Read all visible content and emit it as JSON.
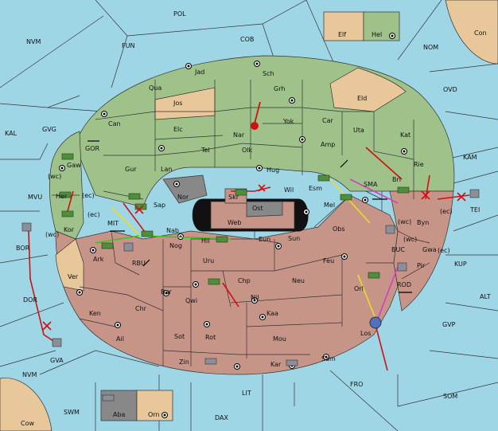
{
  "colors": {
    "sea": "#9fd6e6",
    "north_power": "#9fc28a",
    "south_power": "#c79488",
    "neutral_land": "#e8c79a",
    "impassable": "#888888",
    "fleet_green": "#4f8f3a",
    "army_grey": "#8a8f99",
    "order_red": "#d01010",
    "order_yellow": "#e8e020",
    "order_magenta": "#d040c0",
    "order_green": "#40c020"
  },
  "sea_labels": {
    "pol": "POL",
    "fun": "FUN",
    "cob": "COB",
    "nvm": "NVM",
    "nom": "NOM",
    "con": "Con",
    "ovd": "OVD",
    "kal": "KAL",
    "gvg": "GVG",
    "gor": "GOR",
    "kam": "KAM",
    "mvu": "MVU",
    "sma": "SMA",
    "mit": "MIT",
    "tei": "TEI",
    "bor": "BOR",
    "buc": "BUC",
    "kup": "KUP",
    "rbu": "RBU",
    "rod": "ROD",
    "alt": "ALT",
    "dor": "DOR",
    "gvp": "GVP",
    "gva": "GVA",
    "fro": "FRO",
    "som": "SOM",
    "lit": "LIT",
    "nvm2": "NVM",
    "swm": "SWM",
    "dax": "DAX",
    "cow": "Cow"
  },
  "land_labels": {
    "elf": "Elf",
    "hel": "Hel",
    "jad": "Jad",
    "sch": "Sch",
    "qua": "Qua",
    "jos": "Jos",
    "grh": "Grh",
    "eld": "Eld",
    "can": "Can",
    "yok": "Yok",
    "car": "Car",
    "elc": "Elc",
    "nar": "Nar",
    "uta": "Uta",
    "kat": "Kat",
    "tel": "Tel",
    "olk": "Olk",
    "amp": "Amp",
    "gaw": "Gaw",
    "gur": "Gur",
    "lan": "Lan",
    "hug": "Hug",
    "rie": "Rie",
    "bri": "Bri",
    "wil": "Wil",
    "esm": "Esm",
    "her": "Her",
    "nor": "Nor",
    "skr": "Skr",
    "sap": "Sap",
    "ost": "Ost",
    "mel": "Mel",
    "byn": "Byn",
    "kor": "Kor",
    "web": "Web",
    "obs": "Obs",
    "eun": "Eun",
    "sun": "Sun",
    "nab": "Nab",
    "ark": "Ark",
    "nog": "Nog",
    "hil": "Hil",
    "gwa": "Gwa",
    "uru": "Uru",
    "feu": "Feu",
    "pir": "Pir",
    "ver": "Ver",
    "chp": "Chp",
    "neu": "Neu",
    "orl": "Orl",
    "bar": "Bar",
    "qwi": "Qwi",
    "nil": "Nil",
    "ken": "Ken",
    "chr": "Chr",
    "kaa": "Kaa",
    "ail": "Ail",
    "sot": "Sot",
    "rot": "Rot",
    "mou": "Mou",
    "los": "Los",
    "zin": "Zin",
    "kar": "Kar",
    "sam": "Sam",
    "aba": "Aba",
    "orn": "Orn"
  },
  "coast_tags": {
    "wc1": "(wc)",
    "ec1": "(ec)",
    "ec2": "(ec)",
    "wc2": "(wc)",
    "wc3": "(wc)",
    "ec3": "(ec)",
    "wc4": "(wc)",
    "ec4": "(ec)"
  },
  "units": {
    "fleets": [
      "Gaw",
      "Her",
      "Kor",
      "Sap",
      "MIT",
      "Ark",
      "Nog",
      "Hil",
      "Skr",
      "Esm",
      "Mel",
      "Byn",
      "Chp",
      "Orl"
    ],
    "armies": [
      "BOR",
      "GVA",
      "TEI",
      "RBU",
      "BUC",
      "ROD",
      "Zin",
      "Kar"
    ]
  }
}
